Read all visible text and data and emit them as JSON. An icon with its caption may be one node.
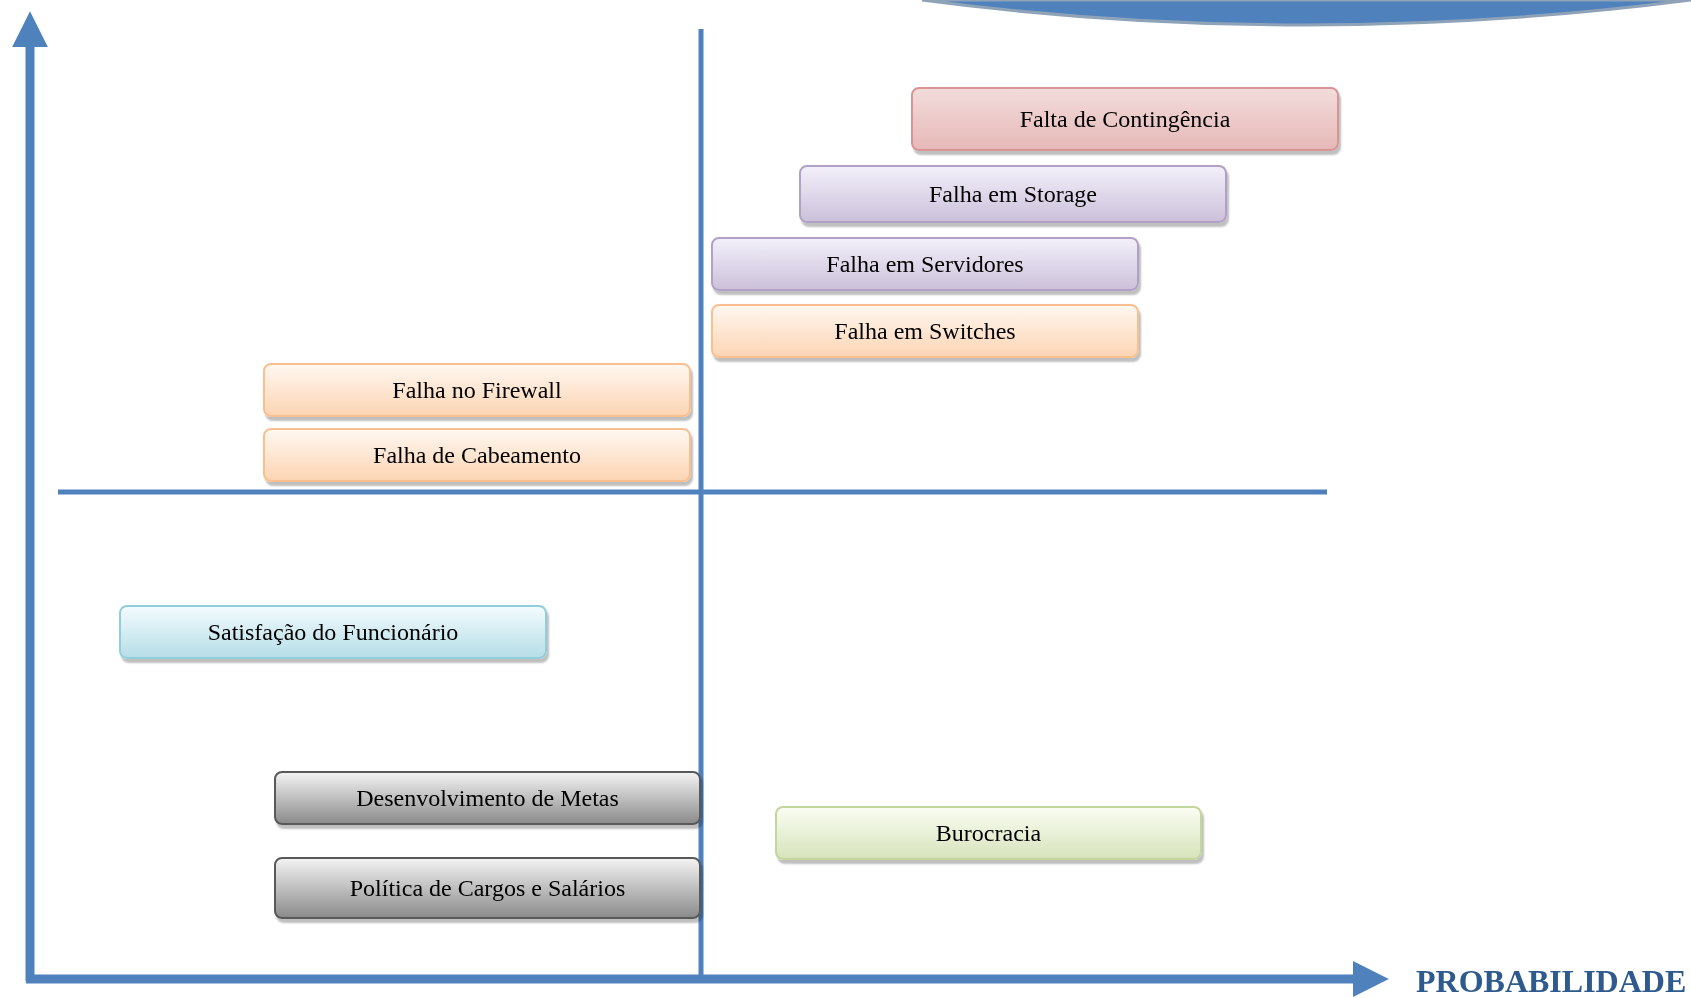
{
  "diagram": {
    "nodes": [
      {
        "text": [
          "Falta de Contingência"
        ]
      },
      {
        "text": [
          "Falha em Storage"
        ]
      },
      {
        "text": [
          "Falha em Servidores"
        ]
      },
      {
        "text": [
          "Falha em Switches"
        ]
      },
      {
        "text": [
          "Falha no Firewall"
        ]
      },
      {
        "text": [
          "Falha de Cabeamento"
        ]
      },
      {
        "text": [
          "Satisfação do Funcionário"
        ]
      },
      {
        "text": [
          "Desenvolvimento de Metas"
        ]
      },
      {
        "text": [
          "Política de Cargos e Salários"
        ]
      },
      {
        "text": [
          "Burocracia"
        ]
      }
    ],
    "edges": [],
    "labels": [
      "PROBABILIDADE"
    ]
  }
}
